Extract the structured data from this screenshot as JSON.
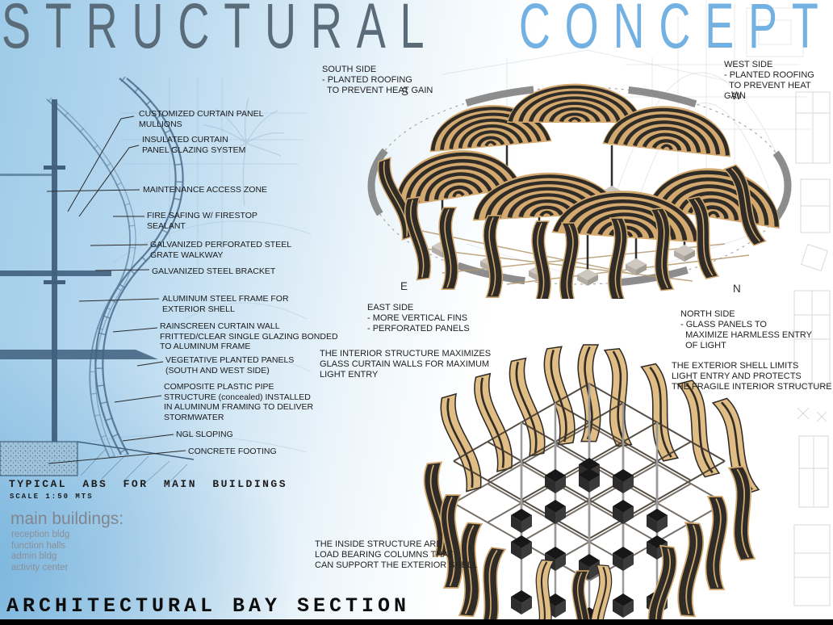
{
  "board": {
    "title": {
      "structural": "STRUCTURAL",
      "concept": "CONCEPT"
    },
    "colors": {
      "title_gray": "#5a6b79",
      "title_blue": "#72b1e1",
      "background_blue": "#9ecbe8",
      "blueprint_line": "#4f7090",
      "slat_dark": "#2f2b26",
      "slat_tan": "#d3a96f",
      "compass_ring": "#878787",
      "footer_bar": "#000000"
    },
    "callouts": [
      "CUSTOMIZED CURTAIN PANEL\nMULLIONS",
      "INSULATED CURTAIN\nPANEL GLAZING SYSTEM",
      "MAINTENANCE ACCESS ZONE",
      "FIRE SAFING W/ FIRESTOP\nSEALANT",
      "GALVANIZED PERFORATED STEEL\nGRATE WALKWAY",
      "GALVANIZED STEEL BRACKET",
      "ALUMINUM STEEL FRAME FOR\nEXTERIOR SHELL",
      "RAINSCREEN CURTAIN WALL\nFRITTED/CLEAR SINGLE GLAZING BONDED\nTO ALUMINUM FRAME",
      "VEGETATIVE PLANTED PANELS\n(SOUTH AND WEST SIDE)",
      "COMPOSITE PLASTIC PIPE\nSTRUCTURE (concealed) INSTALLED\nIN ALUMINUM FRAMING TO DELIVER\nSTORMWATER",
      "NGL SLOPING",
      "CONCRETE FOOTING"
    ],
    "annotations": {
      "south": "SOUTH SIDE\n- PLANTED ROOFING\n  TO PREVENT HEAT GAIN",
      "west": "WEST SIDE\n- PLANTED ROOFING\n  TO PREVENT HEAT GAIN",
      "east": "EAST SIDE\n- MORE VERTICAL FINS\n- PERFORATED PANELS",
      "north": "NORTH SIDE\n- GLASS PANELS TO\n  MAXIMIZE HARMLESS ENTRY\n  OF LIGHT",
      "interior": "THE INTERIOR STRUCTURE MAXIMIZES\nGLASS CURTAIN WALLS FOR MAXIMUM\nLIGHT ENTRY",
      "exterior": "THE EXTERIOR SHELL LIMITS\nLIGHT ENTRY AND PROTECTS\nTHE FRAGILE INTERIOR STRUCTURE",
      "inside": "THE INSIDE STRUCTURE ARE\nLOAD BEARING COLUMNS THAT\nCAN SUPPORT THE EXTERIOR SHELL"
    },
    "compass": {
      "south": "S",
      "west": "W",
      "east": "E",
      "north": "N"
    },
    "section": {
      "heading": "TYPICAL ABS FOR MAIN BUILDINGS",
      "scale": "SCALE 1:50 MTS"
    },
    "main_buildings": {
      "title": "main buildings:",
      "items": [
        "reception bldg",
        "function halls",
        "admin bldg",
        "activity center"
      ]
    },
    "footer": {
      "caption": "ARCHITECTURAL BAY SECTION"
    }
  }
}
